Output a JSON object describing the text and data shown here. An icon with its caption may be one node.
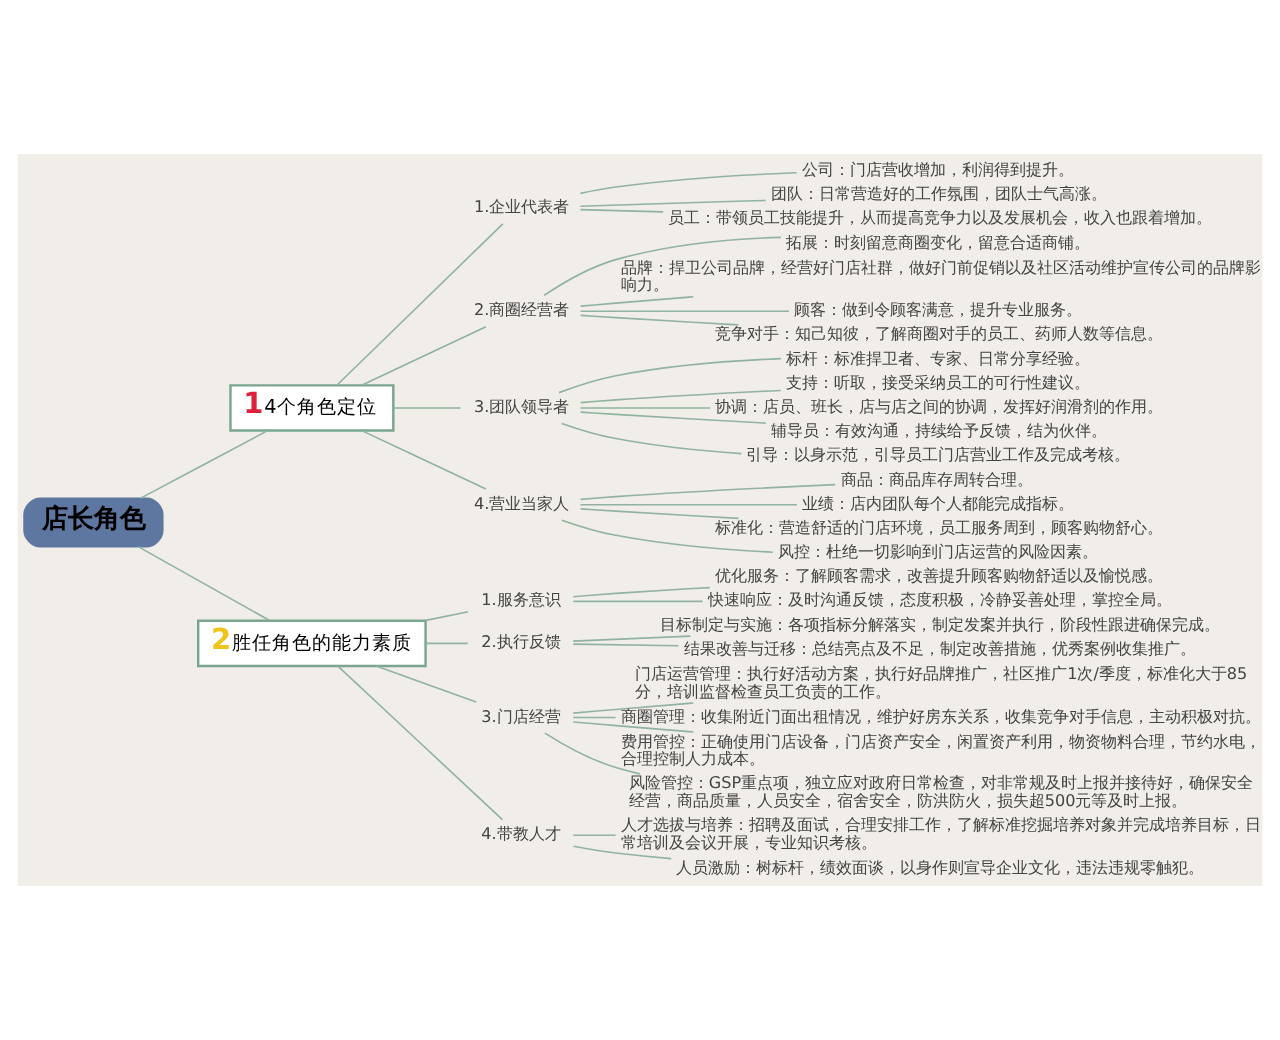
{
  "diagram": {
    "nodes": [
      {
        "text": [
          "店长角色"
        ]
      },
      {
        "text": [
          "1",
          "4个角色定位"
        ]
      },
      {
        "text": [
          "1.企业代表者"
        ]
      },
      {
        "text": [
          "公司：门店营收增加，利润得到提升。"
        ]
      },
      {
        "text": [
          "团队：日常营造好的工作氛围，团队士气高涨。"
        ]
      },
      {
        "text": [
          "员工：带领员工技能提升，从而提高竞争力以及发展机会，收入也跟着增加。"
        ]
      },
      {
        "text": [
          "2.商圈经营者"
        ]
      },
      {
        "text": [
          "拓展：时刻留意商圈变化，留意合适商铺。"
        ]
      },
      {
        "text": [
          "品牌：捍卫公司品牌，经营好门店社群，做好门前促销以及社区活动维护宣传公司的品牌影响力。"
        ]
      },
      {
        "text": [
          "顾客：做到令顾客满意，提升专业服务。"
        ]
      },
      {
        "text": [
          "竞争对手：知己知彼，了解商圈对手的员工、药师人数等信息。"
        ]
      },
      {
        "text": [
          "3.团队领导者"
        ]
      },
      {
        "text": [
          "标杆：标准捍卫者、专家、日常分享经验。"
        ]
      },
      {
        "text": [
          "支持：听取，接受采纳员工的可行性建议。"
        ]
      },
      {
        "text": [
          "协调：店员、班长，店与店之间的协调，发挥好润滑剂的作用。"
        ]
      },
      {
        "text": [
          "辅导员：有效沟通，持续给予反馈，结为伙伴。"
        ]
      },
      {
        "text": [
          "引导：以身示范，引导员工门店营业工作及完成考核。"
        ]
      },
      {
        "text": [
          "4.营业当家人"
        ]
      },
      {
        "text": [
          "商品：商品库存周转合理。"
        ]
      },
      {
        "text": [
          "业绩：店内团队每个人都能完成指标。"
        ]
      },
      {
        "text": [
          "标准化：营造舒适的门店环境，员工服务周到，顾客购物舒心。"
        ]
      },
      {
        "text": [
          "风控：杜绝一切影响到门店运营的风险因素。"
        ]
      },
      {
        "text": [
          "2",
          "胜任角色的能力素质"
        ]
      },
      {
        "text": [
          "1.服务意识"
        ]
      },
      {
        "text": [
          "优化服务：了解顾客需求，改善提升顾客购物舒适以及愉悦感。"
        ]
      },
      {
        "text": [
          "快速响应：及时沟通反馈，态度积极，冷静妥善处理，掌控全局。"
        ]
      },
      {
        "text": [
          "2.执行反馈"
        ]
      },
      {
        "text": [
          "目标制定与实施：各项指标分解落实，制定发案并执行，阶段性跟进确保完成。"
        ]
      },
      {
        "text": [
          "结果改善与迁移：总结亮点及不足，制定改善措施，优秀案例收集推广。"
        ]
      },
      {
        "text": [
          "3.门店经营"
        ]
      },
      {
        "text": [
          "门店运营管理：执行好活动方案，执行好品牌推广，社区推广1次/季度，标准化大于85分，培训监督检查员工负责的工作。"
        ]
      },
      {
        "text": [
          "商圈管理：收集附近门面出租情况，维护好房东关系，收集竞争对手信息，主动积极对抗。"
        ]
      },
      {
        "text": [
          "费用管控：正确使用门店设备，门店资产安全，闲置资产利用，物资物料合理，节约水电，合理控制人力成本。"
        ]
      },
      {
        "text": [
          "风险管控：GSP重点项，独立应对政府日常检查，对非常规及时上报并接待好，确保安全经营，商品质量，人员安全，宿舍安全，防洪防火，损失超500元等及时上报。"
        ]
      },
      {
        "text": [
          "4.带教人才"
        ]
      },
      {
        "text": [
          "人才选拔与培养：招聘及面试，合理安排工作，了解标准挖掘培养对象并完成培养目标，日常培训及会议开展，专业知识考核。"
        ]
      },
      {
        "text": [
          "人员激励：树标杆，绩效面谈，以身作则宣导企业文化，违法违规零触犯。"
        ]
      }
    ],
    "edges": [
      {
        "from": 0,
        "to": 1,
        "arrow": "none"
      },
      {
        "from": 1,
        "to": 2,
        "arrow": "none"
      },
      {
        "from": 2,
        "to": 3,
        "arrow": "none"
      },
      {
        "from": 2,
        "to": 4,
        "arrow": "none"
      },
      {
        "from": 2,
        "to": 5,
        "arrow": "none"
      },
      {
        "from": 1,
        "to": 6,
        "arrow": "none"
      },
      {
        "from": 6,
        "to": 7,
        "arrow": "none"
      },
      {
        "from": 6,
        "to": 8,
        "arrow": "none"
      },
      {
        "from": 6,
        "to": 9,
        "arrow": "none"
      },
      {
        "from": 6,
        "to": 10,
        "arrow": "none"
      },
      {
        "from": 1,
        "to": 11,
        "arrow": "none"
      },
      {
        "from": 11,
        "to": 12,
        "arrow": "none"
      },
      {
        "from": 11,
        "to": 13,
        "arrow": "none"
      },
      {
        "from": 11,
        "to": 14,
        "arrow": "none"
      },
      {
        "from": 11,
        "to": 15,
        "arrow": "none"
      },
      {
        "from": 11,
        "to": 16,
        "arrow": "none"
      },
      {
        "from": 1,
        "to": 17,
        "arrow": "none"
      },
      {
        "from": 17,
        "to": 18,
        "arrow": "none"
      },
      {
        "from": 17,
        "to": 19,
        "arrow": "none"
      },
      {
        "from": 17,
        "to": 20,
        "arrow": "none"
      },
      {
        "from": 17,
        "to": 21,
        "arrow": "none"
      },
      {
        "from": 0,
        "to": 22,
        "arrow": "none"
      },
      {
        "from": 22,
        "to": 23,
        "arrow": "none"
      },
      {
        "from": 23,
        "to": 24,
        "arrow": "none"
      },
      {
        "from": 23,
        "to": 25,
        "arrow": "none"
      },
      {
        "from": 22,
        "to": 26,
        "arrow": "none"
      },
      {
        "from": 26,
        "to": 27,
        "arrow": "none"
      },
      {
        "from": 26,
        "to": 28,
        "arrow": "none"
      },
      {
        "from": 22,
        "to": 29,
        "arrow": "none"
      },
      {
        "from": 29,
        "to": 30,
        "arrow": "none"
      },
      {
        "from": 29,
        "to": 31,
        "arrow": "none"
      },
      {
        "from": 29,
        "to": 32,
        "arrow": "none"
      },
      {
        "from": 29,
        "to": 33,
        "arrow": "none"
      },
      {
        "from": 22,
        "to": 34,
        "arrow": "none"
      },
      {
        "from": 34,
        "to": 35,
        "arrow": "none"
      },
      {
        "from": 34,
        "to": 36,
        "arrow": "none"
      }
    ]
  }
}
